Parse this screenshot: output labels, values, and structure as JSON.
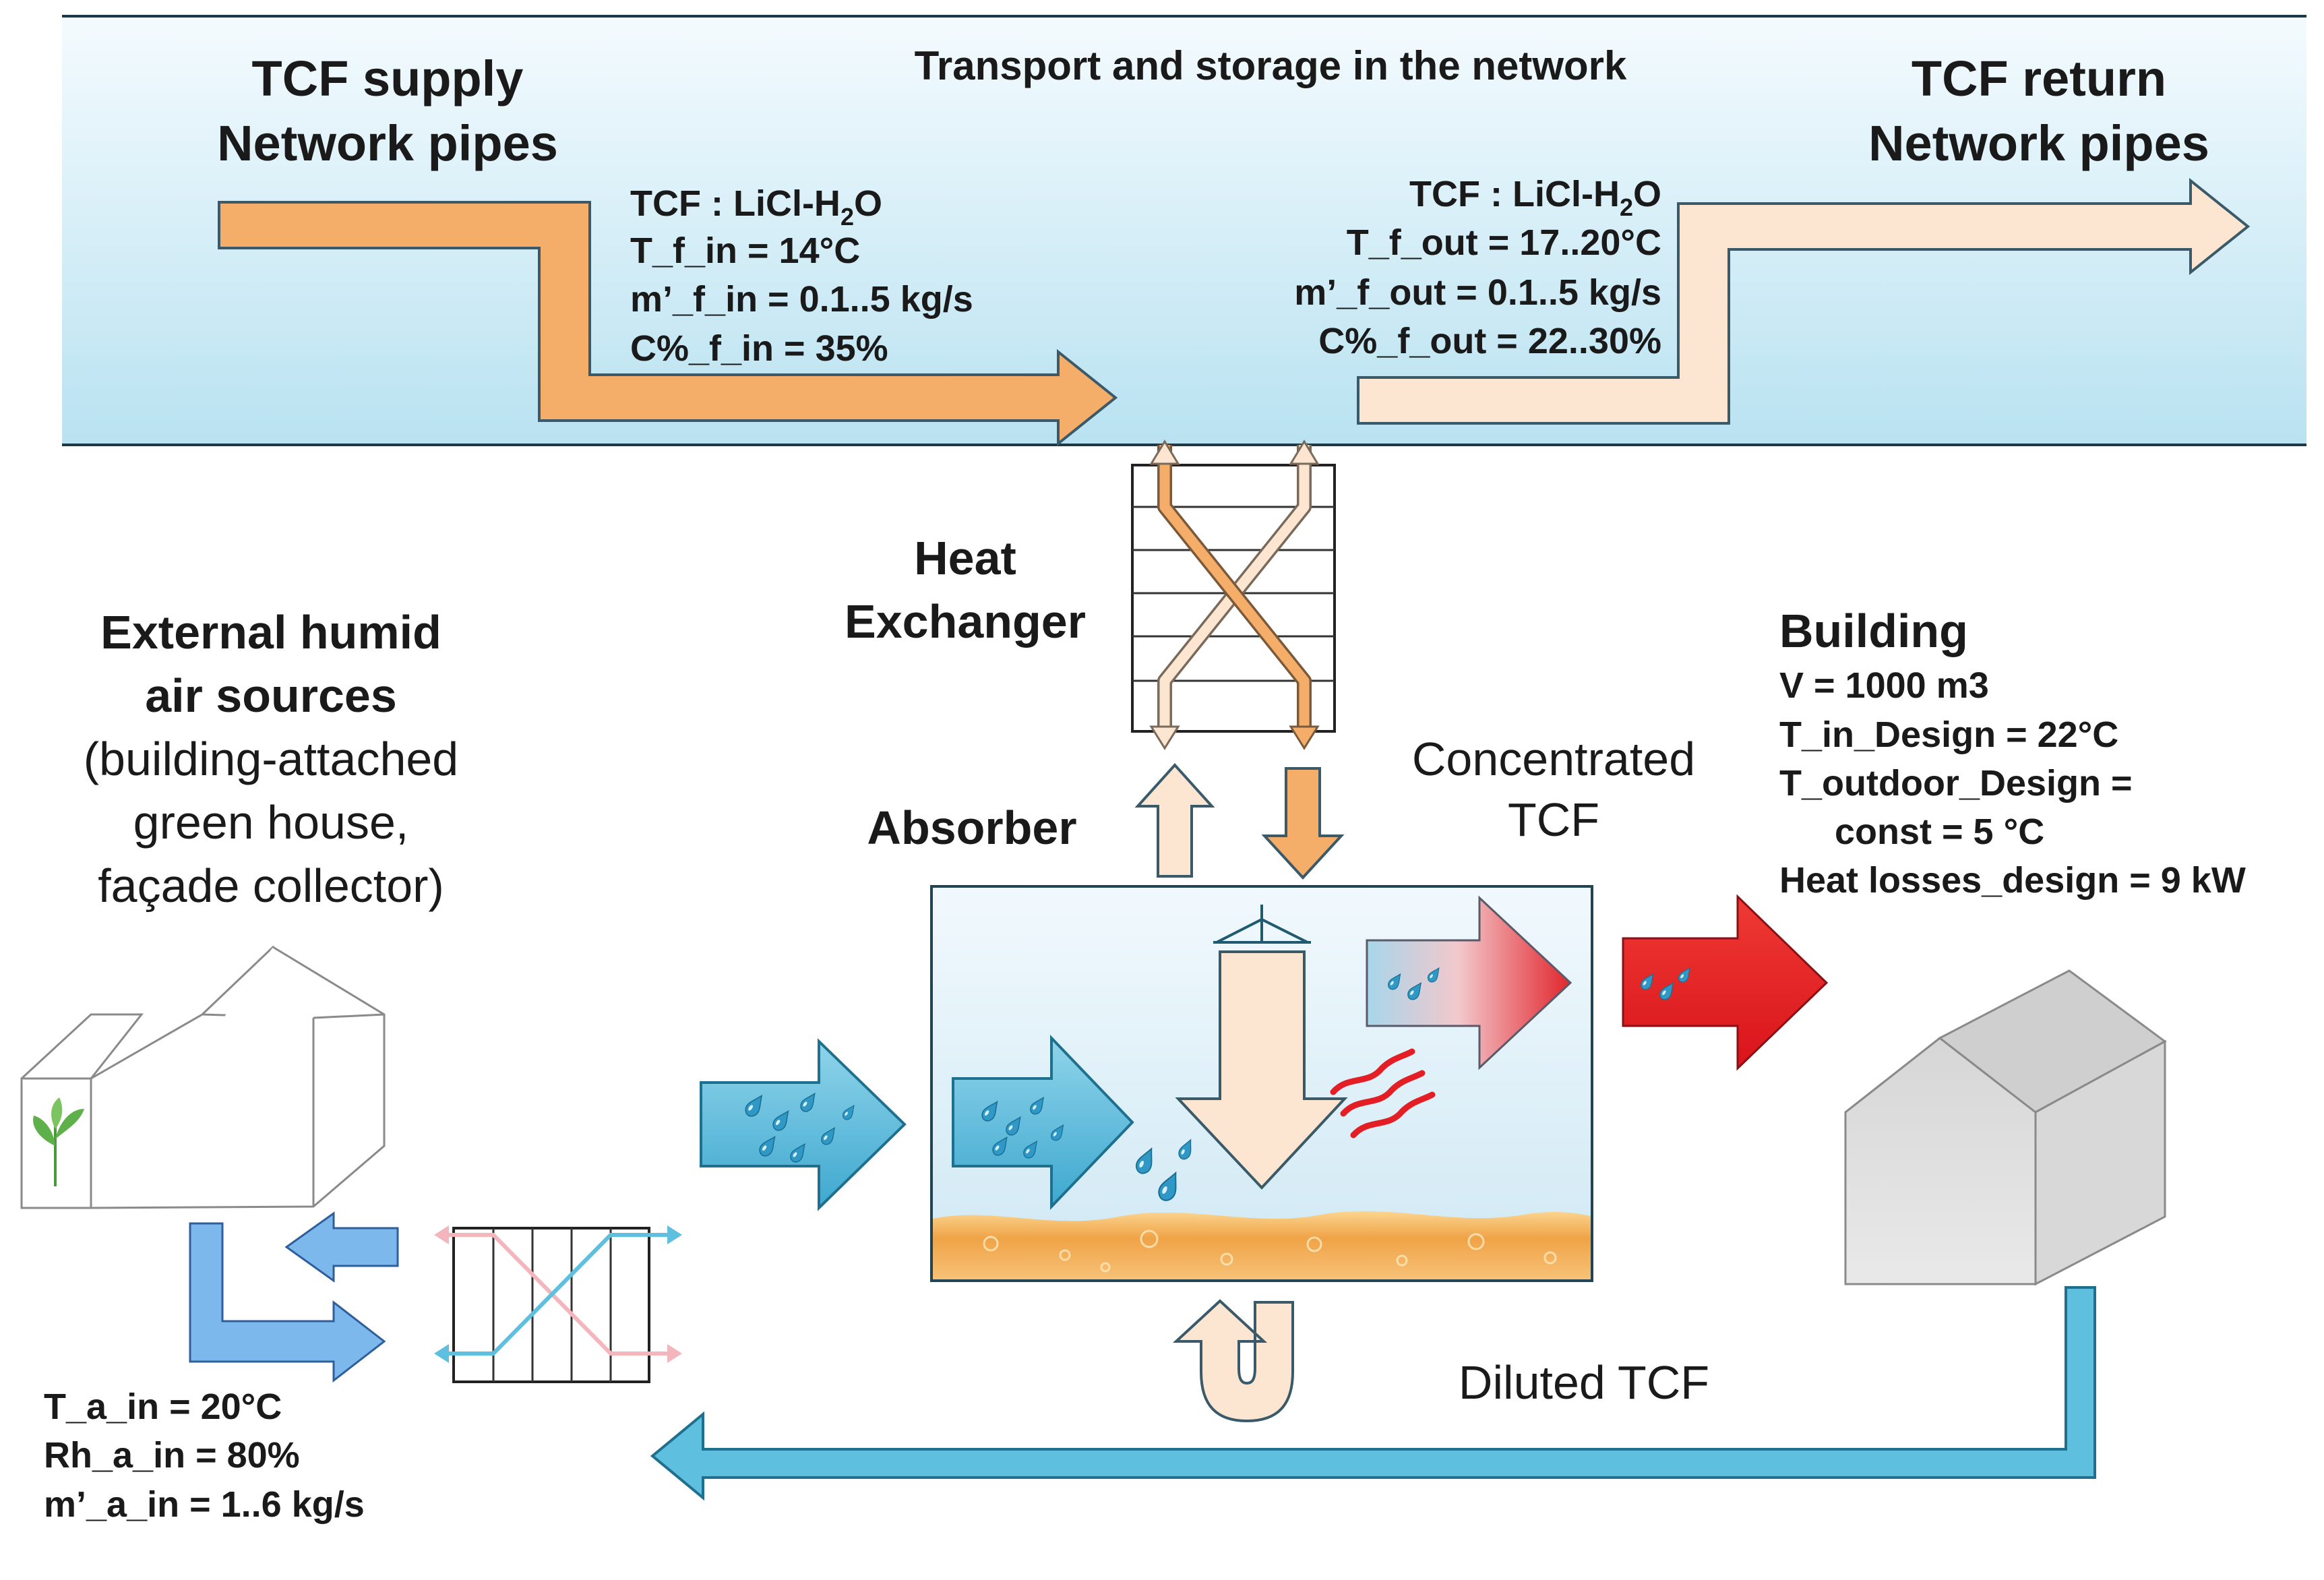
{
  "band": {
    "title": "Transport and storage in the network",
    "supply_title": [
      "TCF supply",
      "Network pipes"
    ],
    "return_title": [
      "TCF return",
      "Network pipes"
    ]
  },
  "supply_params": {
    "fluid_prefix": "TCF : LiCl-H",
    "fluid_sub": "2",
    "fluid_suffix": "O",
    "temp": "T_f_in = 14°C",
    "flow": "m’_f_in = 0.1..5 kg/s",
    "conc": "C%_f_in  = 35%"
  },
  "return_params": {
    "fluid_prefix": "TCF : LiCl-H",
    "fluid_sub": "2",
    "fluid_suffix": "O",
    "temp": "T_f_out = 17..20°C",
    "flow": "m’_f_out = 0.1..5 kg/s",
    "conc": "C%_f_out  = 22..30%"
  },
  "heat_exchanger": [
    "Heat",
    "Exchanger"
  ],
  "absorber": "Absorber",
  "concentrated": [
    "Concentrated",
    "TCF"
  ],
  "diluted": "Diluted TCF",
  "external": {
    "title": [
      "External humid",
      "air sources"
    ],
    "desc": [
      "(building-attached",
      "green house,",
      "façade collector)"
    ]
  },
  "air_params": [
    "T_a_in = 20°C",
    "Rh_a_in = 80%",
    "m’_a_in = 1..6 kg/s"
  ],
  "building": {
    "title": "Building",
    "params": [
      "V = 1000 m3",
      "T_in_Design = 22°C",
      "T_outdoor_Design =",
      "const = 5 °C",
      "Heat losses_design = 9 kW"
    ]
  },
  "colors": {
    "band": "#d9f0f8",
    "supply_orange": "#f5ae6a",
    "return_peach": "#fde6d1",
    "air_blue": "#5ec0de",
    "hot_red": "#e41e25",
    "light_blue": "#7cb8ec",
    "liquid": "#f2a44a"
  }
}
